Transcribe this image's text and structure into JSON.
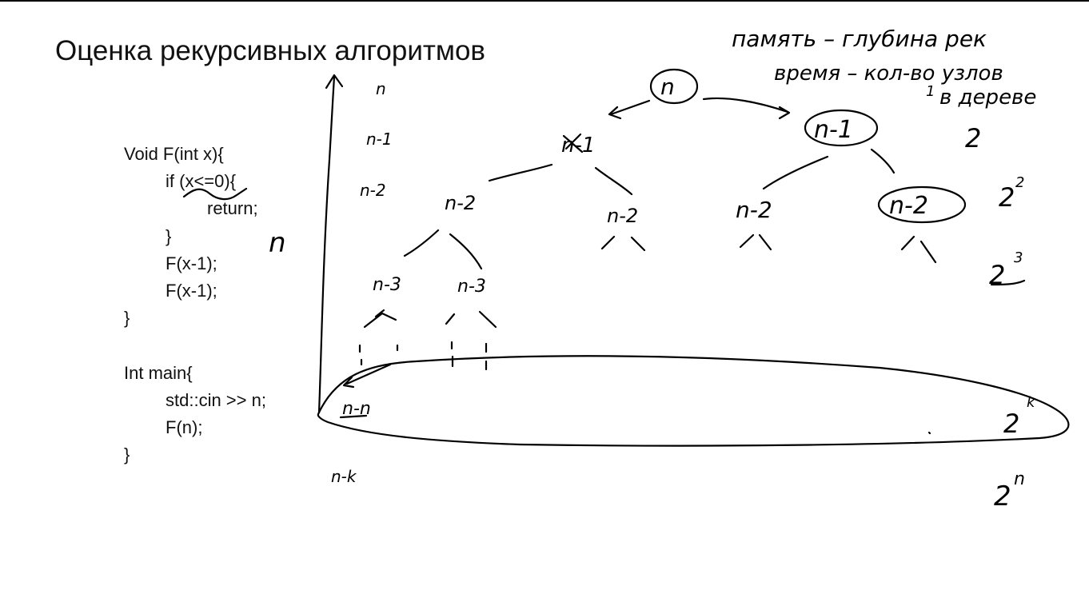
{
  "slide": {
    "title": "Оценка рекурсивных алгоритмов",
    "code": [
      "Void F(int x){",
      "if (x<=0){",
      "return;",
      "}",
      "F(x-1);",
      "F(x-1);",
      "}",
      "",
      "Int main{",
      "std::cin >> n;",
      "F(n);",
      "}"
    ]
  },
  "ink": {
    "note_line1": "память – глубина рек",
    "note_line2": "время – кол-во узлов",
    "note_line3": "в дереве",
    "note_one": "1",
    "code_n": "n",
    "axis_levels": [
      "n",
      "n-1",
      "n-2"
    ],
    "axis_bottom": "n-n",
    "axis_n_minus_k": "n-k",
    "tree": {
      "root": "n",
      "level1": [
        "n-1",
        "n-1"
      ],
      "level2": [
        "n-2",
        "n-2",
        "n-2",
        "n-2"
      ],
      "level3": [
        "n-3",
        "n-3"
      ]
    },
    "counts": {
      "c1": "2",
      "c2": "2",
      "c2_exp": "2",
      "c3": "2",
      "c3_exp": "3",
      "ck": "2",
      "ck_exp": "k",
      "cn": "2",
      "cn_exp": "n"
    },
    "ink_color": "#000000"
  }
}
